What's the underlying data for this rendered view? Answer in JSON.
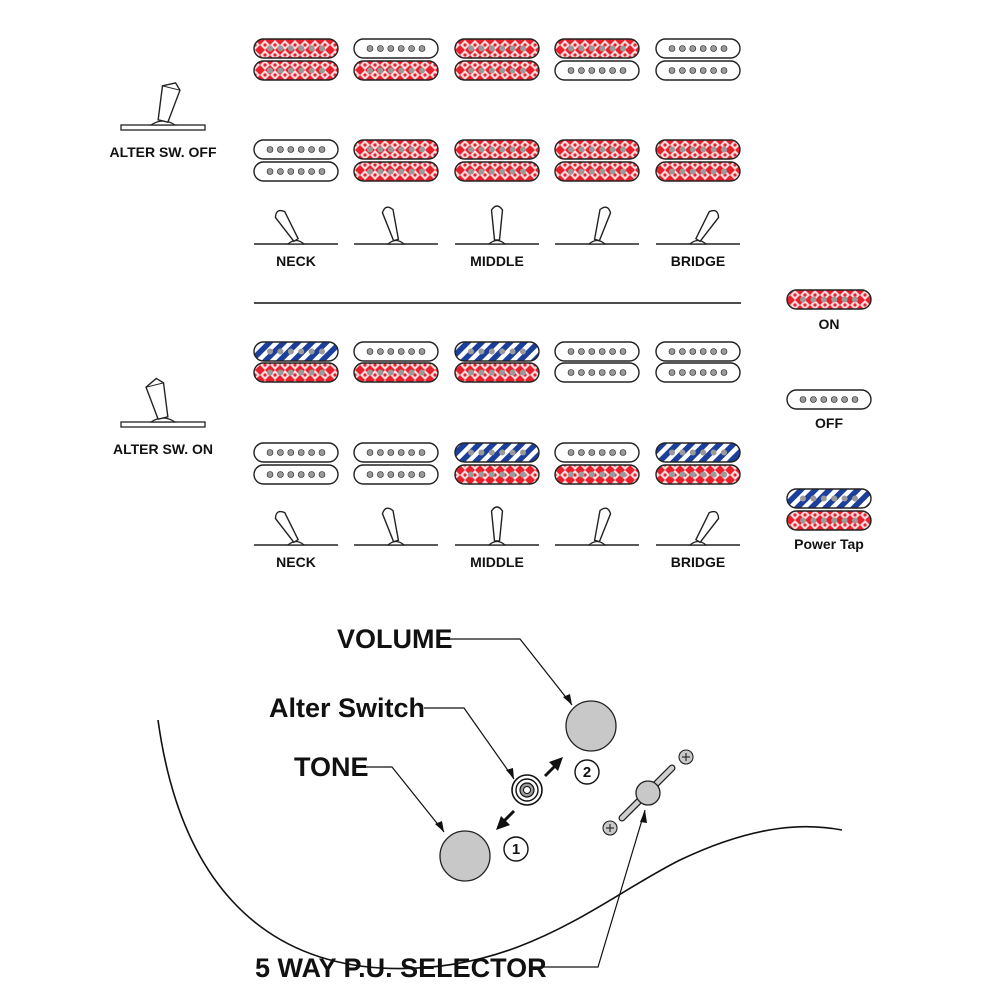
{
  "colors": {
    "on": "#e8222d",
    "tap": "#1d3f9c",
    "line": "#222222",
    "knob": "#c8c8c8",
    "pole": "#9a9a9a"
  },
  "sections": [
    {
      "label": "ALTER SW. OFF",
      "positions": [
        {
          "top": [
            "on",
            "on"
          ],
          "bottom": [
            "off",
            "off"
          ],
          "caption": "NECK"
        },
        {
          "top": [
            "off",
            "on"
          ],
          "bottom": [
            "on",
            "on"
          ],
          "caption": ""
        },
        {
          "top": [
            "on",
            "on"
          ],
          "bottom": [
            "on",
            "on"
          ],
          "caption": "MIDDLE"
        },
        {
          "top": [
            "on",
            "off"
          ],
          "bottom": [
            "on",
            "on"
          ],
          "caption": ""
        },
        {
          "top": [
            "off",
            "off"
          ],
          "bottom": [
            "on",
            "on"
          ],
          "caption": "BRIDGE"
        }
      ]
    },
    {
      "label": "ALTER SW. ON",
      "positions": [
        {
          "top": [
            "tap",
            "on"
          ],
          "bottom": [
            "off",
            "off"
          ],
          "caption": "NECK"
        },
        {
          "top": [
            "off",
            "on"
          ],
          "bottom": [
            "off",
            "off"
          ],
          "caption": ""
        },
        {
          "top": [
            "tap",
            "on"
          ],
          "bottom": [
            "tap",
            "on"
          ],
          "caption": "MIDDLE"
        },
        {
          "top": [
            "off",
            "off"
          ],
          "bottom": [
            "off",
            "on"
          ],
          "caption": ""
        },
        {
          "top": [
            "off",
            "off"
          ],
          "bottom": [
            "tap",
            "on"
          ],
          "caption": "BRIDGE"
        }
      ]
    }
  ],
  "legend": {
    "on": "ON",
    "off": "OFF",
    "power_tap": "Power Tap"
  },
  "controls": {
    "volume": "VOLUME",
    "alter_switch": "Alter Switch",
    "tone": "TONE",
    "selector": "5 WAY P.U. SELECTOR",
    "step1": "1",
    "step2": "2"
  }
}
